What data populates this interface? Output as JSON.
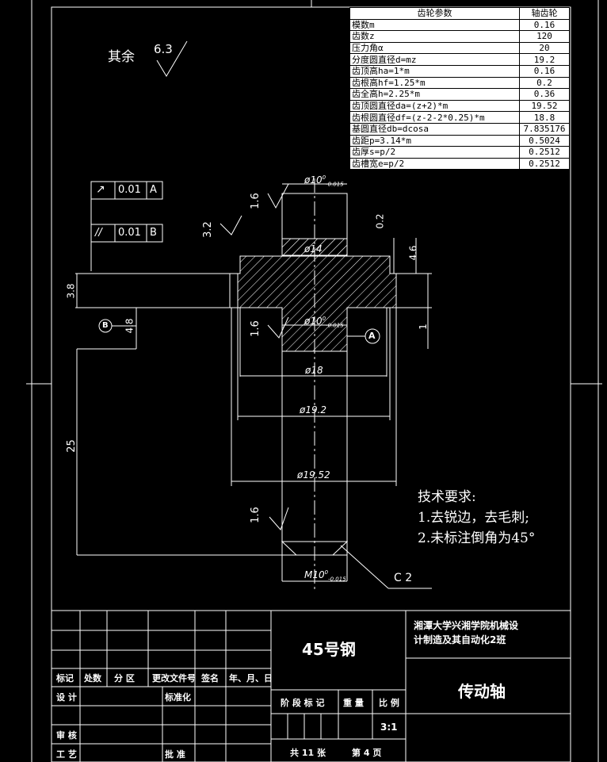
{
  "params_table": {
    "header": [
      "齿轮参数",
      "轴齿轮"
    ],
    "rows": [
      [
        "模数m",
        "0.16"
      ],
      [
        "齿数z",
        "120"
      ],
      [
        "压力角α",
        "20"
      ],
      [
        "分度圆直径d=mz",
        "19.2"
      ],
      [
        "齿顶高ha=1*m",
        "0.16"
      ],
      [
        "齿根高hf=1.25*m",
        "0.2"
      ],
      [
        "齿全高h=2.25*m",
        "0.36"
      ],
      [
        "齿顶圆直径da=(z+2)*m",
        "19.52"
      ],
      [
        "齿根圆直径df=(z-2-2*0.25)*m",
        "18.8"
      ],
      [
        "基圆直径db=dcosa",
        "7.835176"
      ],
      [
        "齿距p=3.14*m",
        "0.5024"
      ],
      [
        "齿厚s=p/2",
        "0.2512"
      ],
      [
        "齿槽宽e=p/2",
        "0.2512"
      ]
    ]
  },
  "roughness": {
    "default_label": "其余",
    "default_value": "6.3",
    "marks": [
      "1.6",
      "3.2",
      "1.6",
      "1.6"
    ]
  },
  "tolerances": [
    {
      "symbol": "↗",
      "value": "0.01",
      "datum": "A"
    },
    {
      "symbol": "//",
      "value": "0.01",
      "datum": "B"
    }
  ],
  "dimensions": {
    "d10_top": "ø10",
    "d10_top_tol_upper": "0",
    "d10_top_tol_lower": "-0.015",
    "d14": "ø14",
    "d10_mid": "ø10",
    "d10_mid_tol_upper": "0",
    "d10_mid_tol_lower": "-0.015",
    "d18": "ø18",
    "d19_2": "ø19.2",
    "d19_52": "ø19.52",
    "m10": "M10",
    "m10_tol_upper": "0",
    "m10_tol_lower": "-0.015",
    "h0_2": "0.2",
    "h4_6": "4.6",
    "h1": "1",
    "h3_8": "3.8",
    "h4_8": "4.8",
    "h25": "25",
    "chamfer": "C 2",
    "datum_a": "A",
    "datum_b": "B"
  },
  "tech_req": {
    "title": "技术要求:",
    "items": [
      "1.去锐边，去毛刺;",
      "2.未标注倒角为45°"
    ]
  },
  "title_block": {
    "material": "45号钢",
    "school": "湘潭大学兴湘学院机械设计制造及其自动化2班",
    "school_line1": "湘潭大学兴湘学院机械设",
    "school_line2": "计制造及其自动化2班",
    "part_name": "传动轴",
    "scale": "3:1",
    "total_sheets": "共 11 张",
    "sheet_no": "第 4 页",
    "labels": {
      "mark": "标记",
      "count": "处数",
      "zone": "分 区",
      "doc_no": "更改文件号",
      "sign": "签名",
      "date": "年、月、日",
      "design": "设 计",
      "standardize": "标准化",
      "stage_mark": "阶 段 标 记",
      "weight": "重 量",
      "scale_lbl": "比 例",
      "review": "审 核",
      "process": "工 艺",
      "approve": "批 准"
    }
  }
}
